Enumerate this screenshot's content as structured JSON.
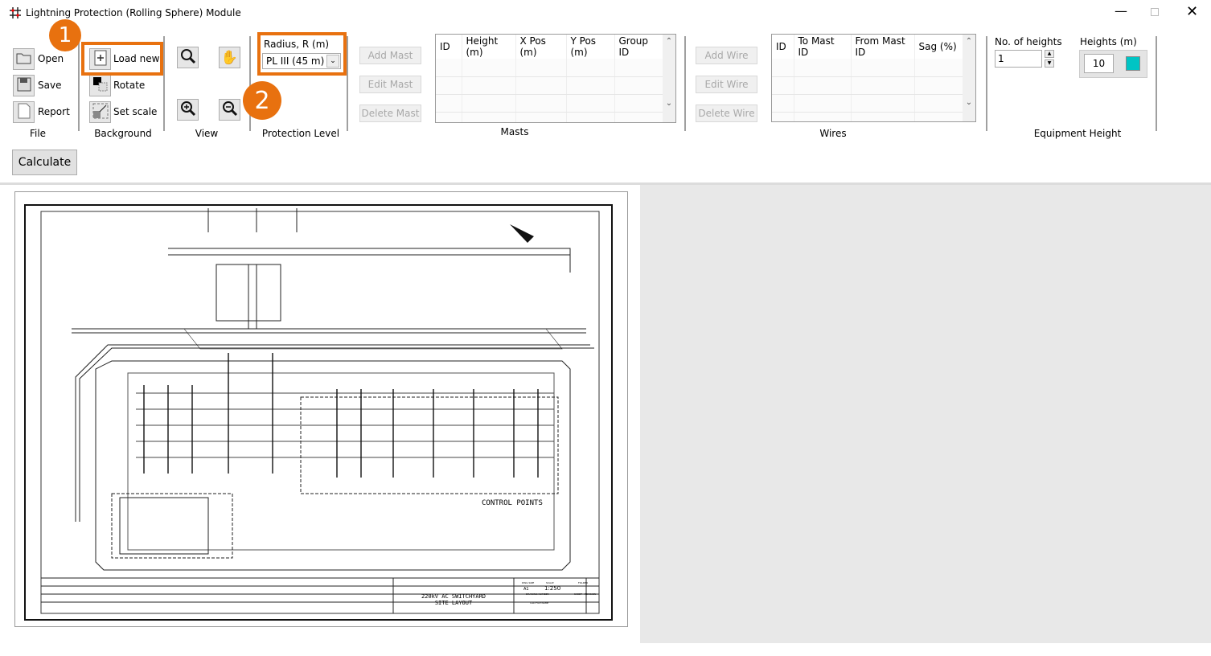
{
  "window": {
    "title": "Lightning Protection (Rolling Sphere) Module",
    "controls": [
      "minimize",
      "maximize",
      "close"
    ]
  },
  "file": {
    "group_label": "File",
    "items": [
      {
        "label": "Open",
        "icon": "folder-icon"
      },
      {
        "label": "Save",
        "icon": "floppy-icon"
      },
      {
        "label": "Report",
        "icon": "pdf-icon"
      }
    ]
  },
  "background": {
    "group_label": "Background",
    "items": [
      {
        "label": "Load new",
        "icon": "new-file-icon"
      },
      {
        "label": "Rotate",
        "icon": "rotate-icon"
      },
      {
        "label": "Set scale",
        "icon": "scale-icon"
      }
    ]
  },
  "view": {
    "group_label": "View",
    "icons": [
      "zoom-fit-icon",
      "pan-hand-icon",
      "zoom-in-icon",
      "zoom-out-icon"
    ]
  },
  "protection": {
    "group_label": "Protection Level",
    "field_label": "Radius, R (m)",
    "selected": "PL III (45 m)"
  },
  "masts": {
    "group_label": "Masts",
    "buttons": [
      "Add Mast",
      "Edit Mast",
      "Delete Mast"
    ],
    "columns": [
      "ID",
      "Height (m)",
      "X Pos (m)",
      "Y Pos (m)",
      "Group ID"
    ]
  },
  "wires": {
    "group_label": "Wires",
    "buttons": [
      "Add Wire",
      "Edit Wire",
      "Delete Wire"
    ],
    "columns": [
      "ID",
      "To Mast ID",
      "From Mast ID",
      "Sag (%)"
    ]
  },
  "equipment": {
    "group_label": "Equipment Height",
    "count_label": "No. of heights",
    "count_value": "1",
    "heights_label": "Heights (m)",
    "height_value": "10",
    "swatch_color": "#00c4c4"
  },
  "calculate_label": "Calculate",
  "annotations": {
    "badge1": "1",
    "badge2": "2",
    "accent": "#e8710f"
  },
  "drawing": {
    "title_line1": "220kV AC SWITCHYARD",
    "title_line2": "SITE LAYOUT",
    "scale_label": "SCALE",
    "scale": "1:250",
    "size_label": "DWG SIZE",
    "size": "A1",
    "control_points": "CONTROL POINTS",
    "drawing_number_label": "DRAWING NUMBER",
    "cad_label": "CAD FILE NAME",
    "sheet_label": "SHEET",
    "revision_label": "REVISION",
    "folder_label": "FOLDER"
  }
}
